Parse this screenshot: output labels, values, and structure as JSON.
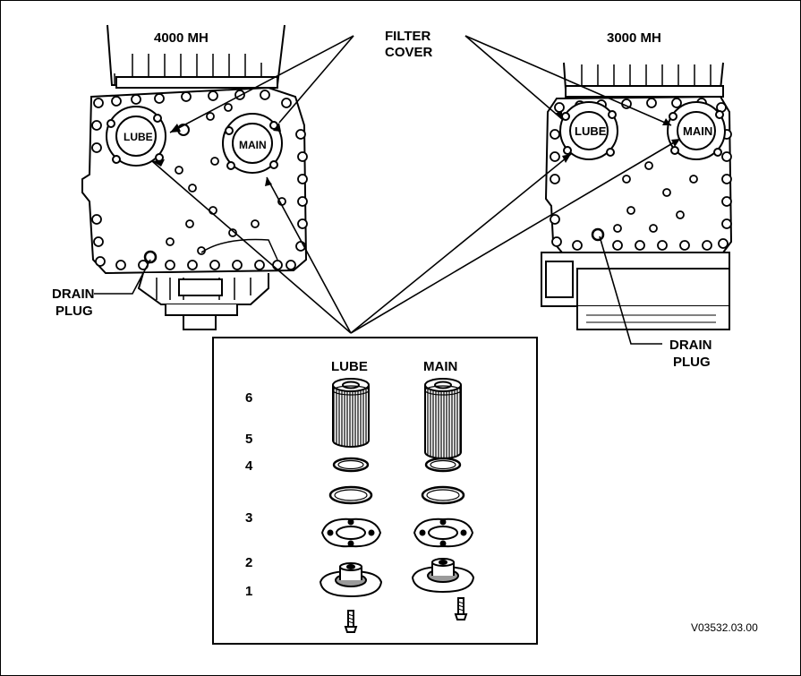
{
  "figure_code": "V03532.03.00",
  "units": {
    "left": "4000 MH",
    "right": "3000 MH"
  },
  "filter_cover": {
    "line1": "FILTER",
    "line2": "COVER"
  },
  "drain_plug": {
    "line1": "DRAIN",
    "line2": "PLUG"
  },
  "filter_labels": {
    "lube": "LUBE",
    "main": "MAIN"
  },
  "inset": {
    "col_lube": "LUBE",
    "col_main": "MAIN",
    "parts": [
      "1",
      "2",
      "3",
      "4",
      "5",
      "6"
    ]
  },
  "colors": {
    "line": "#000000",
    "background": "#ffffff",
    "housing_fill": "#ffffff",
    "shading": "#9a9a9a"
  }
}
